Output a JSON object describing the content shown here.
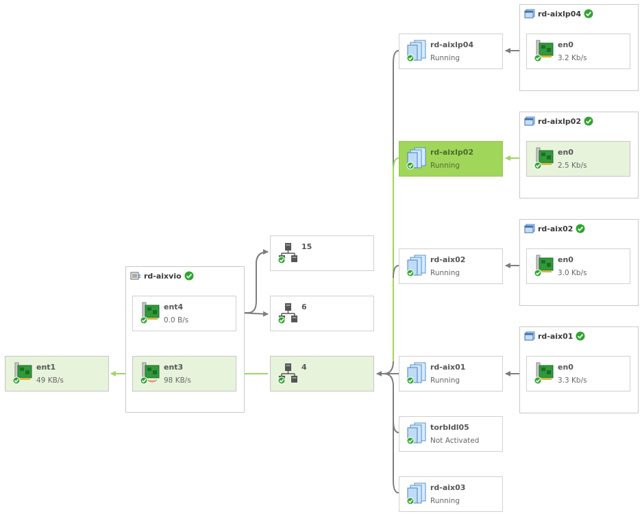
{
  "hosts": {
    "rd_aixvio": "rd-aixvio",
    "rd_aixlp04": "rd-aixlp04",
    "rd_aixlp02": "rd-aixlp02",
    "rd_aix02": "rd-aix02",
    "rd_aix01": "rd-aix01"
  },
  "adapters": {
    "ent1": {
      "name": "ent1",
      "rate": "49 KB/s"
    },
    "ent4": {
      "name": "ent4",
      "rate": "0.0 B/s"
    },
    "ent3": {
      "name": "ent3",
      "rate": "98 KB/s"
    },
    "lp04_en0": {
      "name": "en0",
      "rate": "3.2 Kb/s"
    },
    "lp02_en0": {
      "name": "en0",
      "rate": "2.5 Kb/s"
    },
    "aix02_en0": {
      "name": "en0",
      "rate": "3.0 Kb/s"
    },
    "aix01_en0": {
      "name": "en0",
      "rate": "3.3 Kb/s"
    }
  },
  "vlans": {
    "v15": "15",
    "v6": "6",
    "v4": "4"
  },
  "lpars": {
    "rd_aixlp04": {
      "name": "rd-aixlp04",
      "status": "Running"
    },
    "rd_aixlp02": {
      "name": "rd-aixlp02",
      "status": "Running"
    },
    "rd_aix02": {
      "name": "rd-aix02",
      "status": "Running"
    },
    "rd_aix01": {
      "name": "rd-aix01",
      "status": "Running"
    },
    "torbldl05": {
      "name": "torbldl05",
      "status": "Not Activated"
    },
    "rd_aix03": {
      "name": "rd-aix03",
      "status": "Running"
    }
  },
  "colors": {
    "active_link": "#9fd45f",
    "inactive_link": "#7d7d7d",
    "selected_fill": "#a0d65a",
    "highlight_fill": "#e8f3dc",
    "status_ok": "#2fa52f"
  }
}
